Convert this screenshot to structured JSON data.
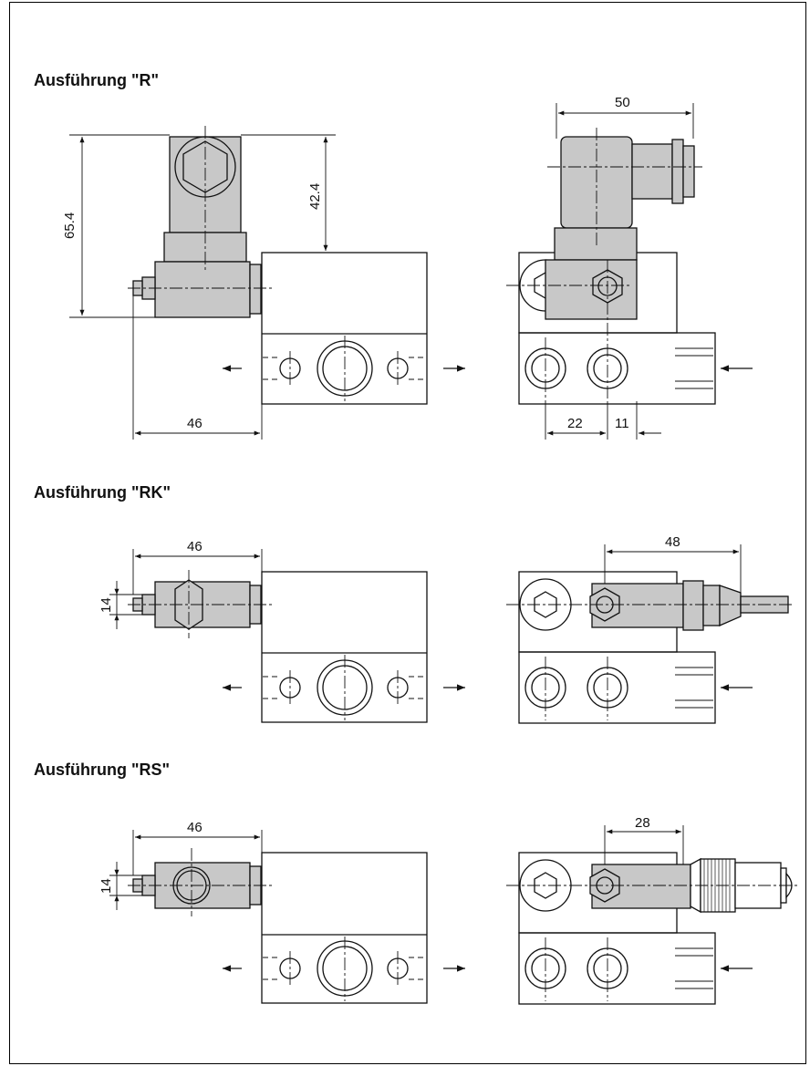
{
  "sections": [
    {
      "heading": "Ausführung \"R\"",
      "dims": {
        "height_total": "65.4",
        "height_upper": "42.4",
        "width_left": "46",
        "width_top": "50",
        "offset_a": "22",
        "offset_b": "11"
      }
    },
    {
      "heading": "Ausführung \"RK\"",
      "dims": {
        "width_left": "46",
        "height_left": "14",
        "width_right": "48"
      }
    },
    {
      "heading": "Ausführung \"RS\"",
      "dims": {
        "width_left": "46",
        "height_left": "14",
        "width_right": "28"
      }
    }
  ],
  "colors": {
    "body_fill": "#c8c8c8",
    "line": "#111111",
    "background": "#ffffff"
  }
}
